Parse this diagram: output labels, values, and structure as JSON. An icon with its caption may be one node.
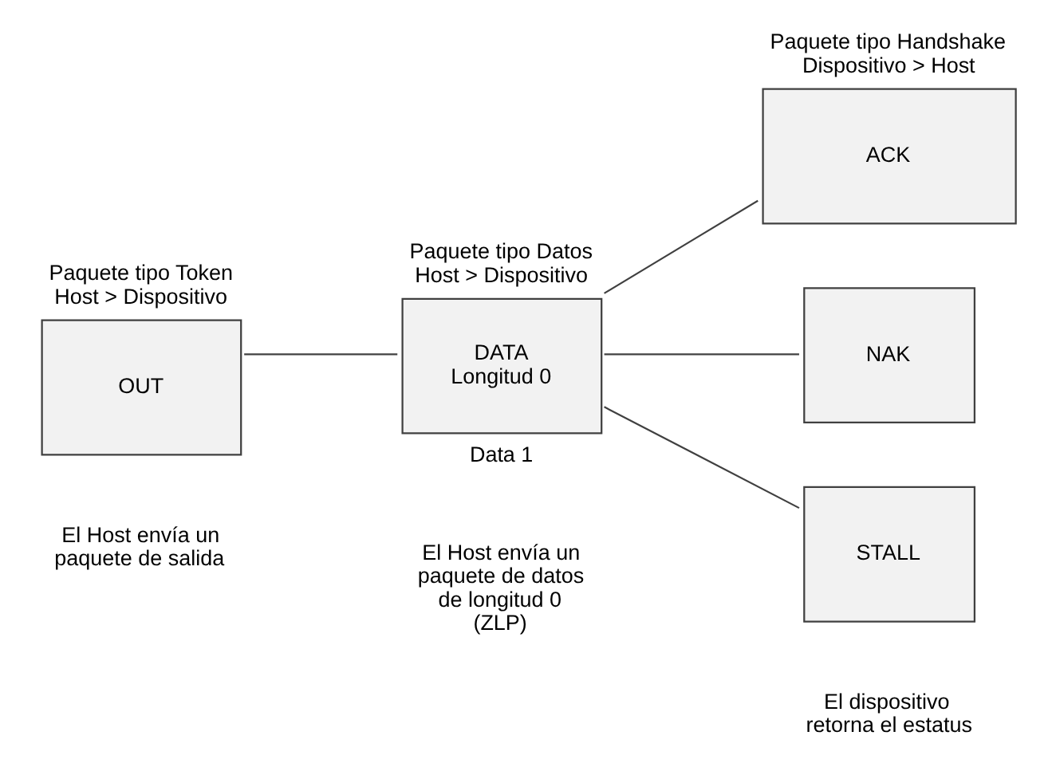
{
  "diagram": {
    "nodes": [
      {
        "text": [
          "Paquete tipo Token Host > Dispositivo",
          "OUT"
        ]
      },
      {
        "text": [
          "Paquete tipo Datos Host > Dispositivo",
          "DATA Longitud 0"
        ],
        "beside": [
          "Data 1"
        ]
      },
      {
        "text": [
          "Paquete tipo Handshake Dispositivo > Host",
          "ACK"
        ]
      },
      {
        "text": [
          "NAK"
        ]
      },
      {
        "text": [
          "STALL"
        ]
      }
    ],
    "edges": [
      {
        "from": 0,
        "to": 1,
        "arrow": "none"
      },
      {
        "from": 1,
        "to": 2,
        "arrow": "none"
      },
      {
        "from": 1,
        "to": 3,
        "arrow": "none"
      },
      {
        "from": 1,
        "to": 4,
        "arrow": "none"
      }
    ],
    "labels": [
      "El Host envía un paquete de salida",
      "El Host envía un paquete de datos de longitud 0 (ZLP)",
      "El dispositivo retorna el estatus"
    ]
  }
}
